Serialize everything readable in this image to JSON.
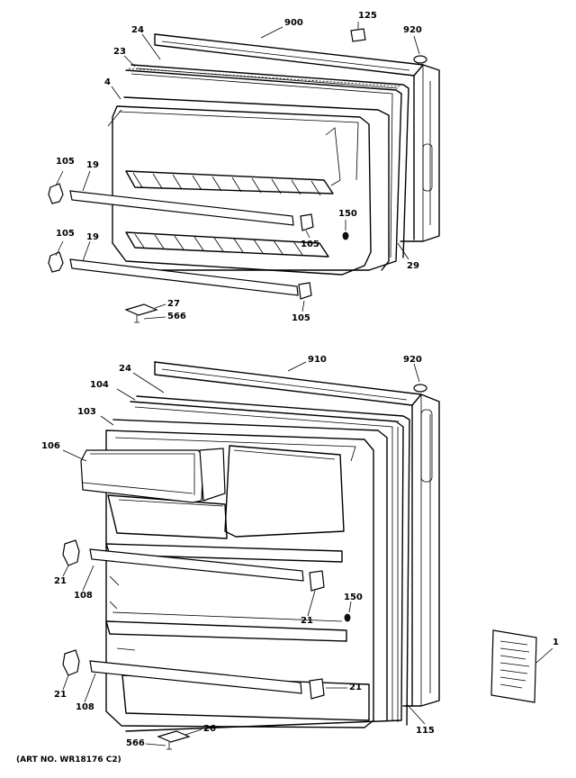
{
  "diagram": {
    "art_number": "(ART NO. WR18176 C2)",
    "callouts": [
      {
        "id": "c-900-top",
        "label": "900"
      },
      {
        "id": "c-125",
        "label": "125"
      },
      {
        "id": "c-920-top",
        "label": "920"
      },
      {
        "id": "c-24-top",
        "label": "24"
      },
      {
        "id": "c-23",
        "label": "23"
      },
      {
        "id": "c-4",
        "label": "4"
      },
      {
        "id": "c-105-a",
        "label": "105"
      },
      {
        "id": "c-19-a",
        "label": "19"
      },
      {
        "id": "c-150-top",
        "label": "150"
      },
      {
        "id": "c-105-b",
        "label": "105"
      },
      {
        "id": "c-105-c",
        "label": "105"
      },
      {
        "id": "c-19-b",
        "label": "19"
      },
      {
        "id": "c-29",
        "label": "29"
      },
      {
        "id": "c-27",
        "label": "27"
      },
      {
        "id": "c-566-top",
        "label": "566"
      },
      {
        "id": "c-105-d",
        "label": "105"
      },
      {
        "id": "c-910",
        "label": "910"
      },
      {
        "id": "c-920-bot",
        "label": "920"
      },
      {
        "id": "c-24-bot",
        "label": "24"
      },
      {
        "id": "c-104",
        "label": "104"
      },
      {
        "id": "c-103",
        "label": "103"
      },
      {
        "id": "c-106",
        "label": "106"
      },
      {
        "id": "c-21-a",
        "label": "21"
      },
      {
        "id": "c-108-a",
        "label": "108"
      },
      {
        "id": "c-150-bot",
        "label": "150"
      },
      {
        "id": "c-21-b",
        "label": "21"
      },
      {
        "id": "c-1",
        "label": "1"
      },
      {
        "id": "c-21-c",
        "label": "21"
      },
      {
        "id": "c-21-d",
        "label": "21"
      },
      {
        "id": "c-108-b",
        "label": "108"
      },
      {
        "id": "c-26",
        "label": "26"
      },
      {
        "id": "c-566-bot",
        "label": "566"
      },
      {
        "id": "c-115",
        "label": "115"
      }
    ]
  }
}
